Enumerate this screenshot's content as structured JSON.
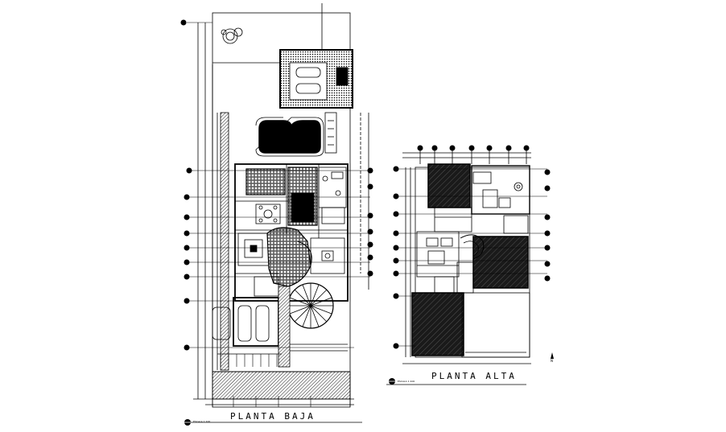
{
  "drawing": {
    "planta_baja": {
      "title": "PLANTA BAJA",
      "scale_note": "ESCALA 1:100"
    },
    "planta_alta": {
      "title": "PLANTA ALTA",
      "scale_note": "ESCALA 1:100"
    },
    "north_label": "N"
  }
}
